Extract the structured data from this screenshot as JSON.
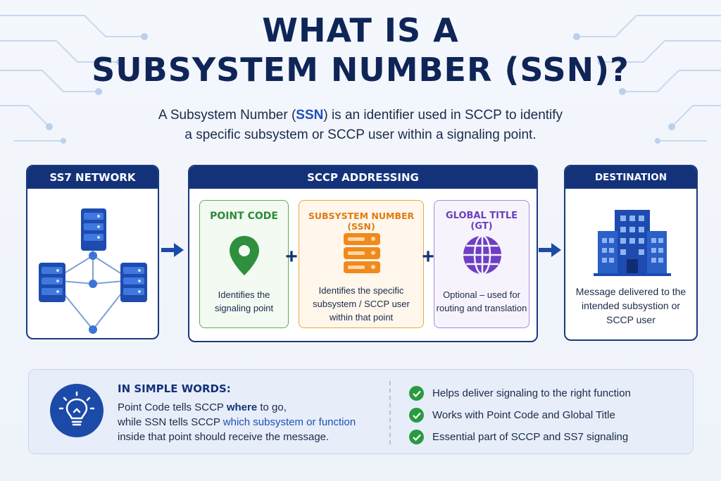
{
  "title": {
    "line1": "WHAT IS A",
    "line2": "SUBSYSTEM NUMBER (SSN)?"
  },
  "subtitle": {
    "part1": "A Subsystem Number (",
    "highlight": "SSN",
    "part2": ") is an identifier used in SCCP to identify",
    "line2": "a specific subsystem or SCCP user within a signaling point."
  },
  "ss7_panel": {
    "title": "SS7 NETWORK",
    "icon": "server-network-icon"
  },
  "sccp_panel": {
    "title": "SCCP ADDRESSING",
    "plus": "+",
    "cards": [
      {
        "title": "POINT CODE",
        "icon": "location-pin-icon",
        "desc_lines": [
          "Identifies the",
          "signaling point"
        ],
        "color": "#2d8a3a"
      },
      {
        "title": "SUBSYSTEM NUMBER (SSN)",
        "icon": "server-stack-icon",
        "desc_lines": [
          "Identifies the specific",
          "subsystem / SCCP user",
          "within that point"
        ],
        "color": "#e07a12"
      },
      {
        "title": "GLOBAL TITLE (GT)",
        "icon": "globe-icon",
        "desc_lines": [
          "Optional – used for",
          "routing and translation"
        ],
        "color": "#6a3fb8"
      }
    ]
  },
  "dest_panel": {
    "title": "DESTINATION SUBSYSTEM",
    "icon": "building-icon",
    "desc_lines": [
      "Message delivered to the",
      "intended subsystion or",
      "SCCP user"
    ]
  },
  "simple_words": {
    "title": "IN SIMPLE WORDS:",
    "icon": "lightbulb-icon",
    "line1_a": "Point Code tells SCCP ",
    "line1_b": "where",
    "line1_c": " to go,",
    "line2_a": "while SSN tells SCCP ",
    "line2_b": "which subsystem or function",
    "line3": "inside that point should receive the message."
  },
  "bullets": [
    "Helps deliver signaling to the right function",
    "Works with Point Code and Global Title",
    "Essential part of SCCP and SS7 signaling"
  ],
  "colors": {
    "navy": "#13327a",
    "accent_blue": "#1e4fb8",
    "check_green": "#2a9a40"
  }
}
